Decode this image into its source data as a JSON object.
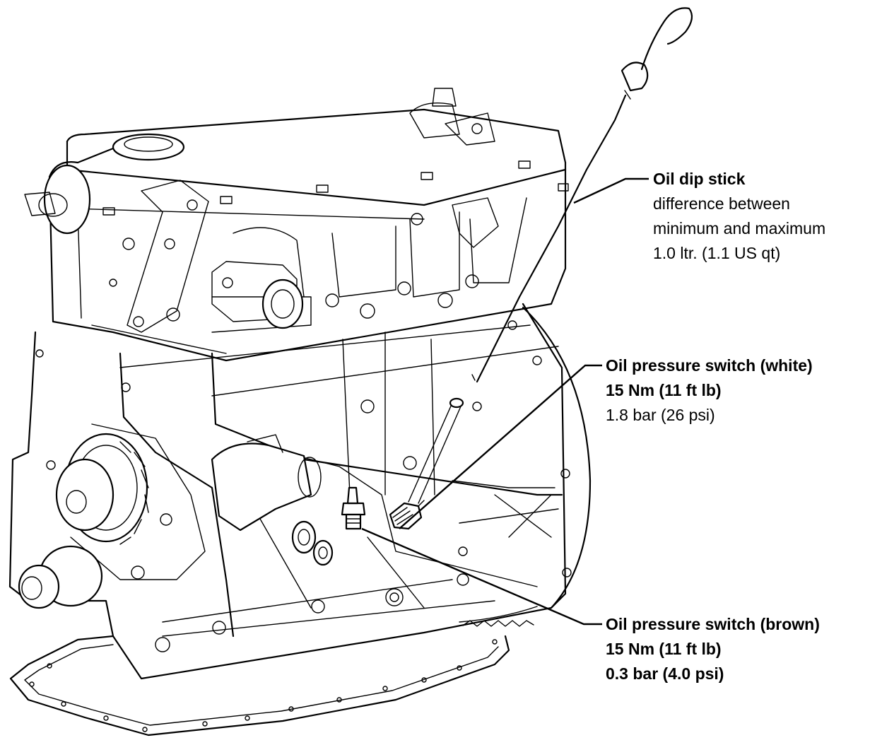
{
  "callouts": {
    "dipstick": {
      "title": "Oil dip stick",
      "line1": "difference between",
      "line2": "minimum and maximum",
      "line3": "1.0 ltr. (1.1 US qt)"
    },
    "white_switch": {
      "title": "Oil pressure switch (white)",
      "torque": "15 Nm (11 ft lb)",
      "pressure": "1.8 bar (26 psi)"
    },
    "brown_switch": {
      "title": "Oil pressure switch (brown)",
      "torque": "15 Nm (11 ft lb)",
      "pressure": "0.3 bar (4.0 psi)"
    }
  },
  "colors": {
    "ink": "#000000",
    "paper": "#ffffff"
  }
}
